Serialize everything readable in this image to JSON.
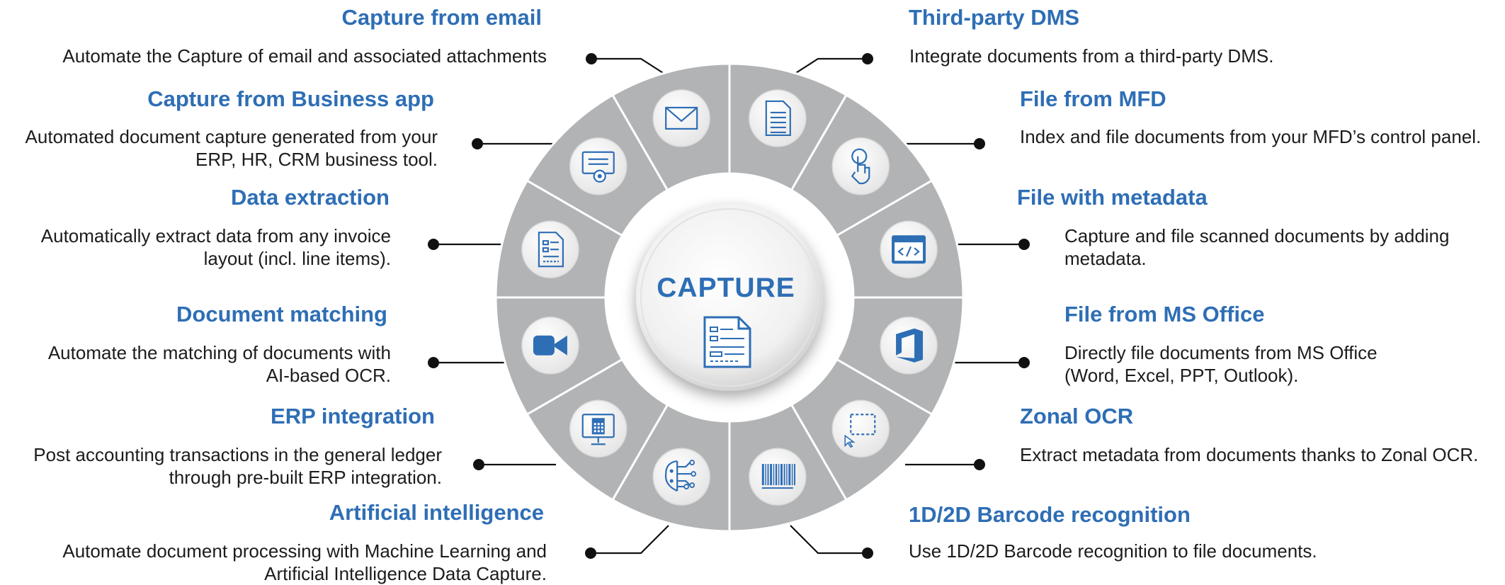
{
  "center": {
    "label": "CAPTURE",
    "icon": "document-scan-icon"
  },
  "colors": {
    "accent": "#2e6eb5",
    "wheel": "#b1b3b5",
    "divider": "#ffffff",
    "text": "#1c1c1c"
  },
  "features_left": [
    {
      "id": "email",
      "title": "Capture from email",
      "desc": [
        "Automate the Capture of email and associated attachments"
      ],
      "icon": "envelope-icon"
    },
    {
      "id": "business-app",
      "title": "Capture from Business app",
      "desc": [
        "Automated document capture generated from your",
        "ERP, HR, CRM business tool."
      ],
      "icon": "certificate-gear-icon"
    },
    {
      "id": "data-extraction",
      "title": "Data extraction",
      "desc": [
        "Automatically extract data from any invoice",
        "layout (incl. line items)."
      ],
      "icon": "form-document-icon"
    },
    {
      "id": "document-matching",
      "title": "Document matching",
      "desc": [
        "Automate the matching of documents with",
        "AI-based OCR."
      ],
      "icon": "video-camera-icon"
    },
    {
      "id": "erp-integration",
      "title": "ERP integration",
      "desc": [
        "Post accounting transactions in the general ledger",
        "through pre-built ERP integration."
      ],
      "icon": "calculator-monitor-icon"
    },
    {
      "id": "ai",
      "title": "Artificial intelligence",
      "desc": [
        "Automate document processing with  Machine Learning and",
        "Artificial Intelligence Data Capture."
      ],
      "icon": "circuit-brain-icon"
    }
  ],
  "features_right": [
    {
      "id": "third-party-dms",
      "title": "Third-party DMS",
      "desc": [
        "Integrate documents from a third-party DMS."
      ],
      "icon": "text-document-icon"
    },
    {
      "id": "mfd",
      "title": "File from MFD",
      "desc": [
        "Index and file documents from your MFD’s control panel."
      ],
      "icon": "touch-hand-icon"
    },
    {
      "id": "metadata",
      "title": "File with metadata",
      "desc": [
        "Capture and file scanned documents by adding",
        "metadata."
      ],
      "icon": "code-window-icon"
    },
    {
      "id": "ms-office",
      "title": "File from MS Office",
      "desc": [
        "Directly file documents from MS Office",
        "(Word, Excel, PPT, Outlook)."
      ],
      "icon": "office-logo-icon"
    },
    {
      "id": "zonal-ocr",
      "title": "Zonal OCR",
      "desc": [
        "Extract metadata from documents thanks to Zonal OCR."
      ],
      "icon": "dashed-selection-icon"
    },
    {
      "id": "barcode",
      "title": "1D/2D Barcode recognition",
      "desc": [
        "Use 1D/2D Barcode recognition to file documents."
      ],
      "icon": "barcode-icon"
    }
  ]
}
